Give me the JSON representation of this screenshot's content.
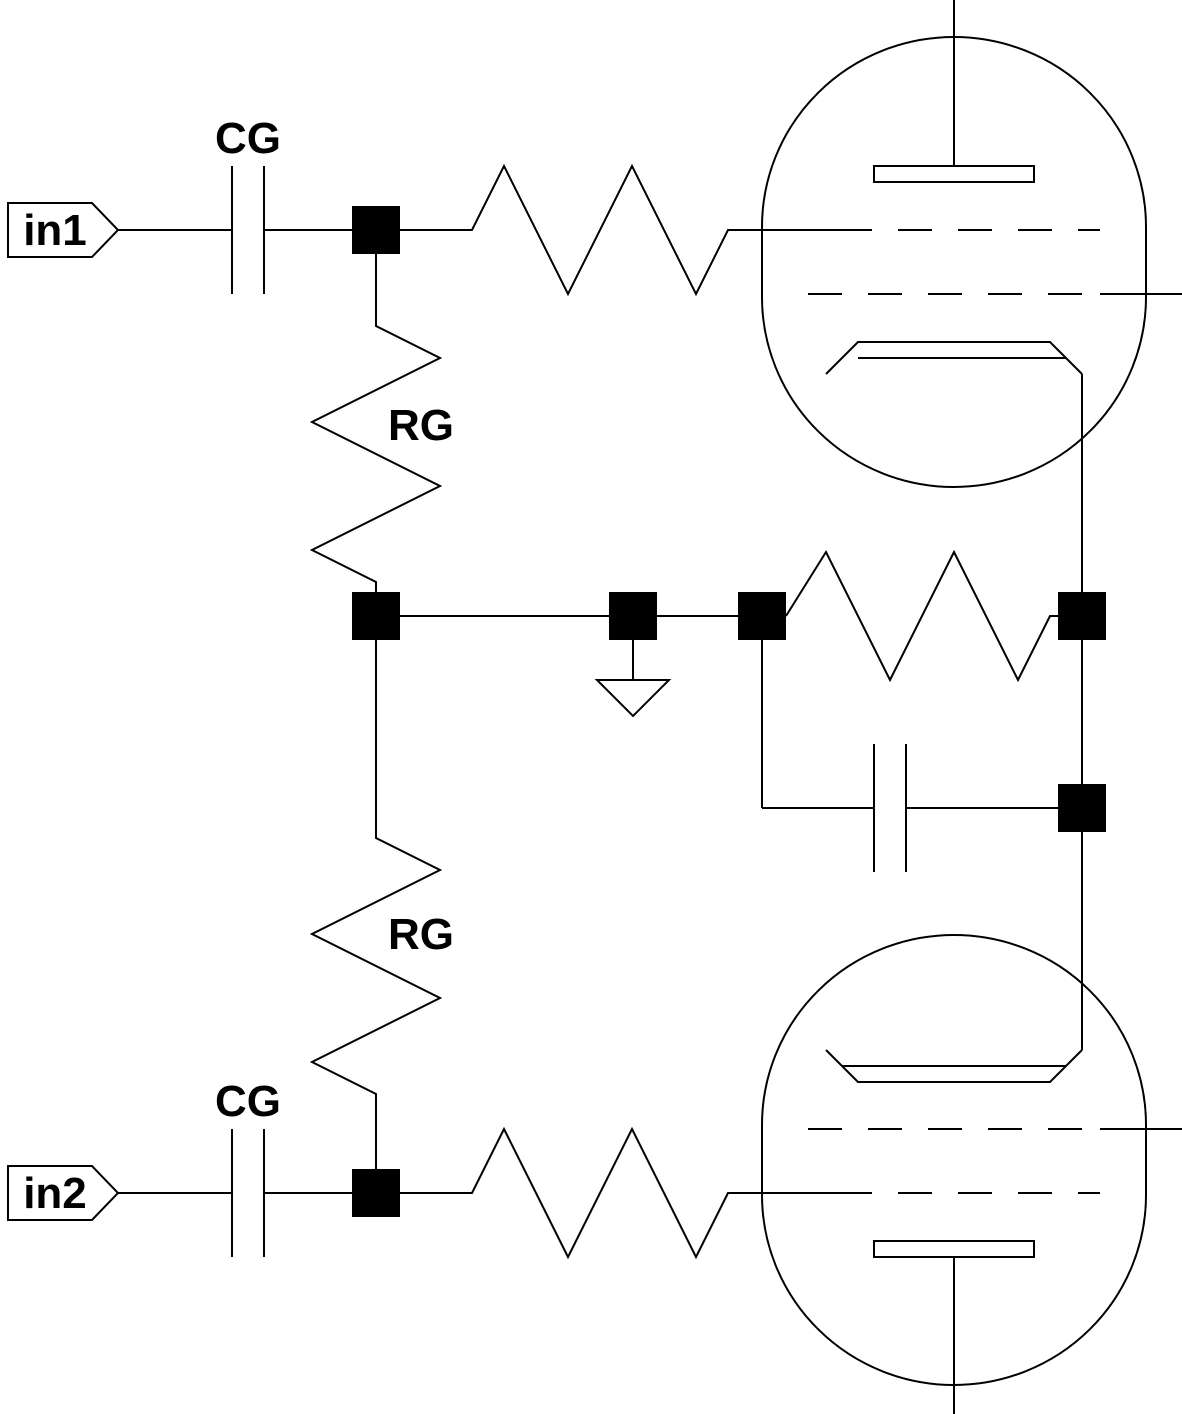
{
  "labels": {
    "input_top": "in1",
    "input_bottom": "in2",
    "coupling_cap_top": "CG",
    "coupling_cap_bottom": "CG",
    "grid_resistor_top": "RG",
    "grid_resistor_bottom": "RG"
  },
  "colors": {
    "ink": "#000000",
    "background": "#ffffff"
  }
}
